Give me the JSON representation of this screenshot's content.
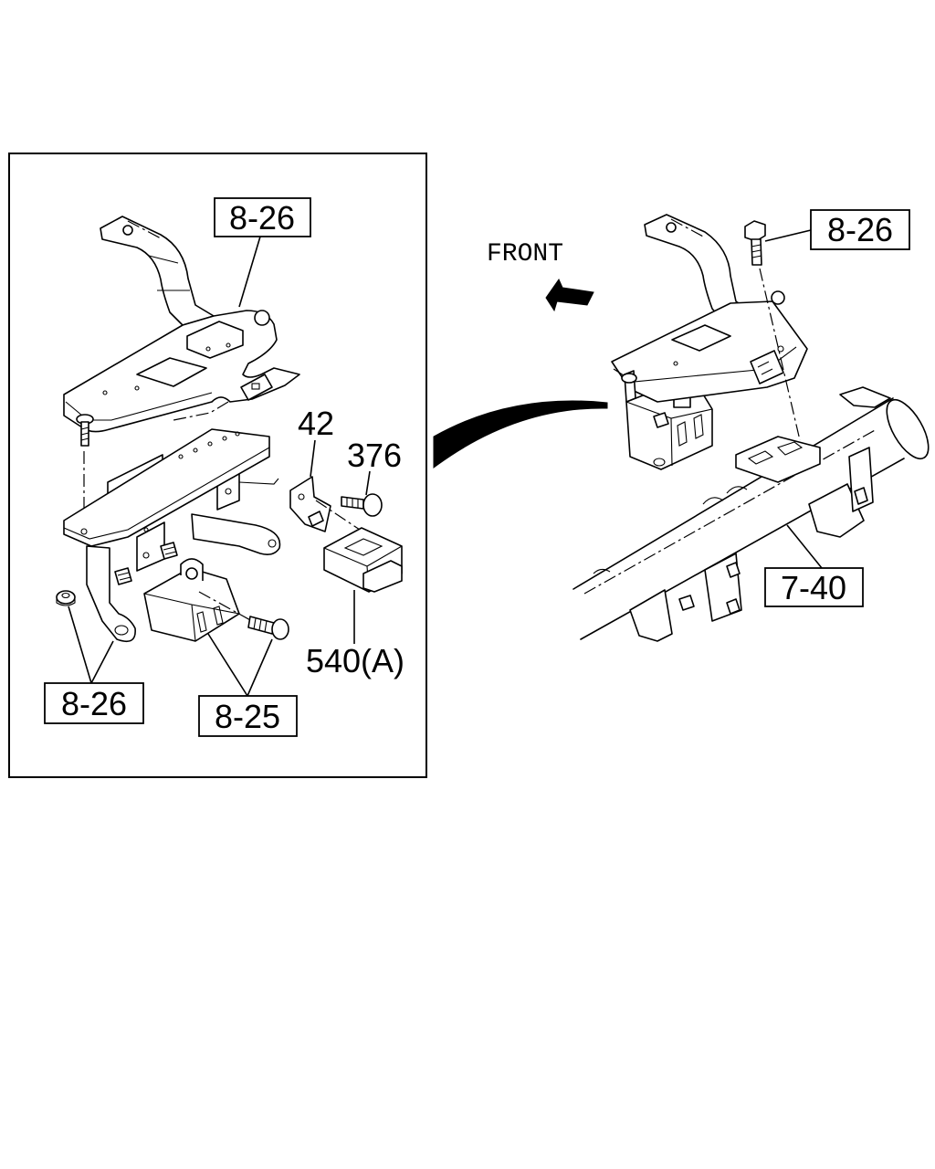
{
  "orientation_label": "FRONT",
  "detail_view": {
    "callouts": [
      "8-26",
      "42",
      "376",
      "540(A)",
      "8-26",
      "8-25"
    ]
  },
  "main_view": {
    "callouts": [
      "8-26",
      "7-40"
    ]
  }
}
